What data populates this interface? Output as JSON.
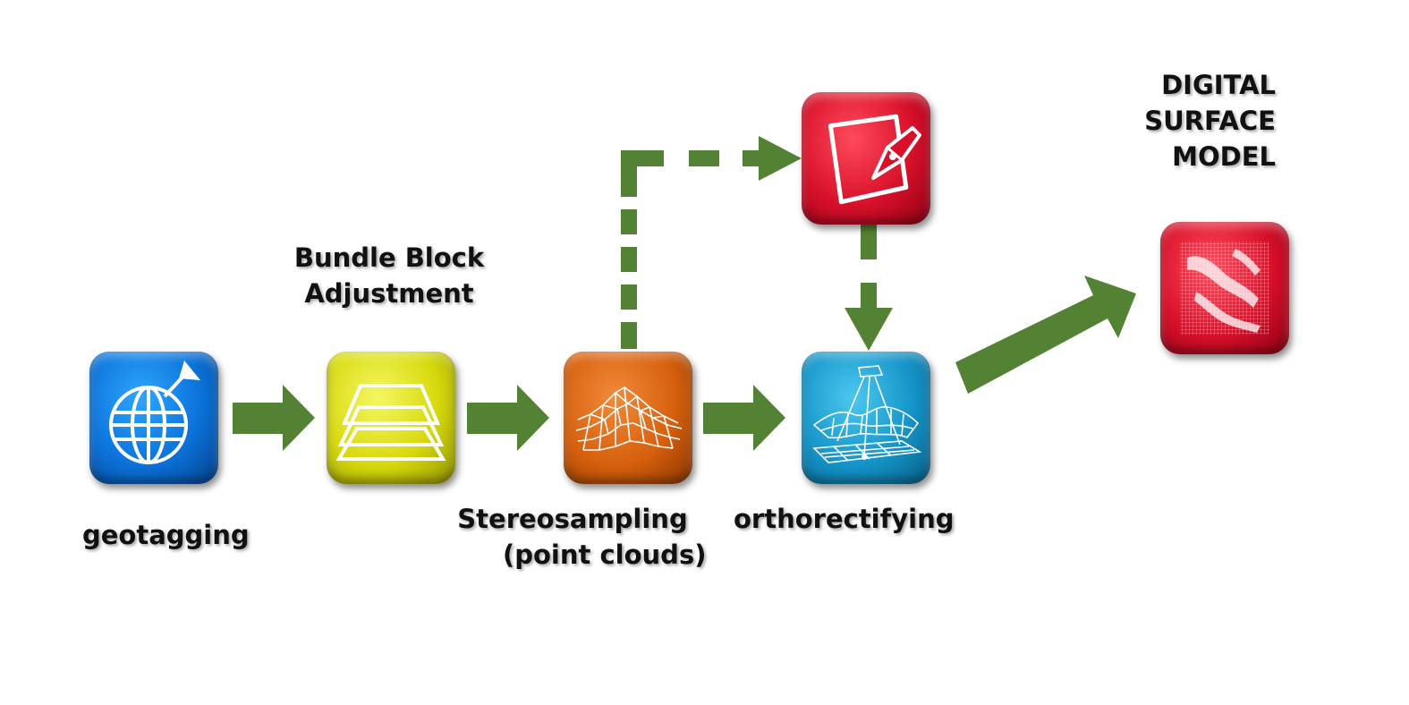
{
  "labels": {
    "geotagging": "geotagging",
    "bundle_block_adjustment": [
      "Bundle Block",
      "Adjustment"
    ],
    "stereosampling": [
      "Stereosampling",
      "(point clouds)"
    ],
    "orthorectifying": "orthorectifying",
    "dsm": [
      "DIGITAL",
      "SURFACE",
      "MODEL"
    ]
  },
  "colors": {
    "arrow": "#548235",
    "geotagging_tile": "#0b72d9",
    "bundle_tile": "#d6d90c",
    "stereo_tile": "#d7600d",
    "ortho_tile": "#1494c8",
    "edit_tile": "#d8102a",
    "dsm_tile": "#d8102a"
  },
  "icons": {
    "geotagging": "globe-flag-icon",
    "bundle_block_adjustment": "stacked-planes-icon",
    "stereosampling": "wireframe-mesh-icon",
    "editing": "pen-edit-icon",
    "orthorectifying": "ortho-projection-icon",
    "dsm": "raster-surface-icon"
  }
}
